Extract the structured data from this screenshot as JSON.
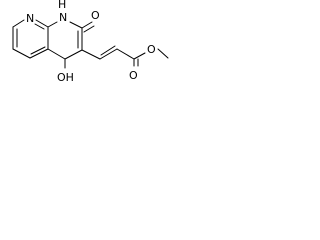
{
  "molecule": {
    "atoms": {
      "n_ring": "N",
      "nh": "H",
      "n_amide": "N",
      "o_keto": "O",
      "o_ester_carbonyl": "O",
      "o_ester_ether": "O",
      "oh": "OH"
    }
  },
  "colors": {
    "bond": "#000000",
    "label": "#000000",
    "background": "#ffffff"
  }
}
